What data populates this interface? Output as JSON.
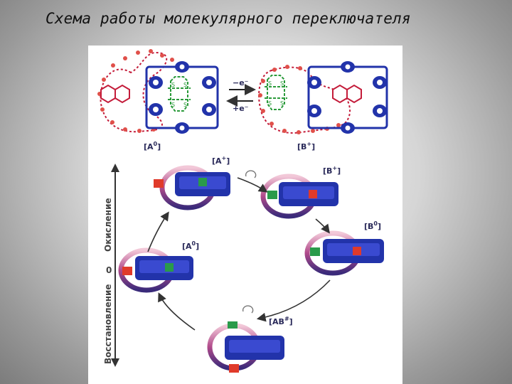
{
  "slide": {
    "title": "Схема работы молекулярного переключателя"
  },
  "top_scheme": {
    "left_label": "[A",
    "left_label_sup": "0",
    "right_label": "[B",
    "right_label_sup": "+",
    "arrow_top": "−e⁻",
    "arrow_bottom": "+e⁻"
  },
  "cycle": {
    "states": [
      {
        "label": "[A",
        "sup": "+"
      },
      {
        "label": "[B",
        "sup": "+"
      },
      {
        "label": "[B",
        "sup": "0"
      },
      {
        "label": "[AB",
        "sup": "#"
      },
      {
        "label": "[A",
        "sup": "0"
      }
    ],
    "axis_up": "Окисление",
    "axis_down": "Восстановление",
    "axis_zero": "0"
  },
  "colors": {
    "ring": "#c41c3a",
    "ring_dots": "#e0504a",
    "box": "#2233aa",
    "linker": "#2a9a3a",
    "station_red": "#e03a2a",
    "station_green": "#2a9a4a"
  }
}
